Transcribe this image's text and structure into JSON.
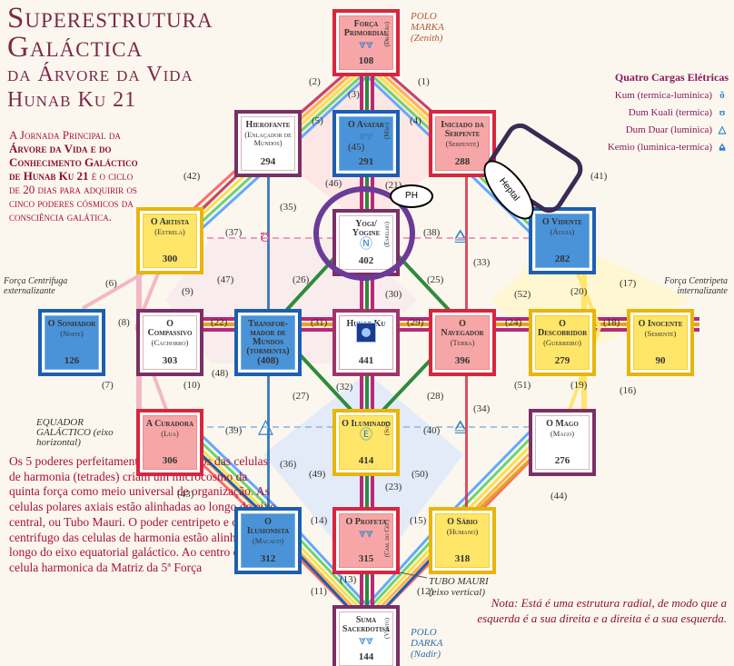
{
  "title": {
    "line1": "Superestrutura",
    "line2": "Galáctica",
    "line3": "da Árvore da Vida",
    "line4": "Hunab Ku 21"
  },
  "intro": {
    "p1": "A Jornada Principal da",
    "p2": "Árvore da Vida e do",
    "p3": "Conhecimento Galáctico",
    "p4": "de Hunab Ku 21",
    "p5": "é o ciclo de 20 dias para adquirir os cinco poderes cósmicos da consciência galática."
  },
  "bottom_text": "Os 5 poderes perfeitamente equili-brados das celulas de harmonia (tetrades) criam um microcosmo da quinta força como meio universal de organização. As celulas polares axiais estão alinhadas ao longo do eixo central, ou Tubo Mauri. O poder centripeto e o centrifugo das celulas de harmonia estão alinhados ao longo do eixo equatorial galáctico. Ao centro está a celula harmonica da Matriz da 5ª Força",
  "note": "Nota: Está é uma estrutura radial, de modo que a esquerda é a sua direita e a direita é a sua esquerda.",
  "legend": {
    "header": "Quatro Cargas Elétricas",
    "items": [
      {
        "label": "Kum (termica-luminica)",
        "glyph": "ô"
      },
      {
        "label": "Dum Kuali (termica)",
        "glyph": "ʊ"
      },
      {
        "label": "Dum Duar (luminica)",
        "glyph": "△"
      },
      {
        "label": "Kemio (luminica-termica)",
        "glyph": "⩠"
      }
    ]
  },
  "poles": {
    "top": "POLO MARKA (Zenith)",
    "bottom": "POLO DARKA (Nadir)"
  },
  "side_labels": {
    "left_force": "Força Centrifuga externalizante",
    "right_force": "Força Centripeta internalizante",
    "equator": "EQUADOR GALÁCTICO (eixo horizontal)",
    "tube": "TUBO MAURI (eixo vertical)"
  },
  "annotations": {
    "ph": "PH",
    "heptal": "Heptal"
  },
  "nodes": [
    {
      "id": "forca",
      "title": "Força Primordial",
      "sub": "",
      "num": "108",
      "side": "(Dragão)",
      "glyph": "⩔⩔",
      "color": "red"
    },
    {
      "id": "hierofante",
      "title": "Hierofante",
      "sub": "(Enlaçador de Mundos)",
      "num": "294",
      "side": "",
      "glyph": "",
      "color": "pale"
    },
    {
      "id": "avatar",
      "title": "O Avatar",
      "sub": "",
      "num": "291",
      "side": "(Mão)",
      "glyph": "⩔⩔",
      "color": "blue"
    },
    {
      "id": "iniciado",
      "title": "Iniciado da Serpente",
      "sub": "(Serpente)",
      "num": "288",
      "side": "",
      "glyph": "",
      "color": "red"
    },
    {
      "id": "artista",
      "title": "O Artista",
      "sub": "(Estrela)",
      "num": "300",
      "side": "",
      "glyph": "",
      "color": "yellow"
    },
    {
      "id": "yogi",
      "title": "Yogi/ Yogine",
      "sub": "",
      "num": "402",
      "side": "(Espelho)",
      "glyph": "Ⓝ",
      "color": "pale"
    },
    {
      "id": "vidente",
      "title": "O Vidente",
      "sub": "(Águia)",
      "num": "282",
      "side": "",
      "glyph": "",
      "color": "blue"
    },
    {
      "id": "sonhador",
      "title": "O Sonhador",
      "sub": "(Noite)",
      "num": "126",
      "side": "",
      "glyph": "",
      "color": "blue"
    },
    {
      "id": "compassivo",
      "title": "O Compassivo",
      "sub": "(Cachorro)",
      "num": "303",
      "side": "",
      "glyph": "",
      "color": "pale"
    },
    {
      "id": "transformador",
      "title": "Transfor-mador de Mundos (tormenta)",
      "sub": "",
      "num": "(408)",
      "side": "",
      "glyph": "",
      "color": "blue"
    },
    {
      "id": "hunab",
      "title": "Hunab Ku 21",
      "sub": "",
      "num": "441",
      "side": "",
      "glyph": "",
      "color": "white"
    },
    {
      "id": "navegador",
      "title": "O Navegador",
      "sub": "(Terra)",
      "num": "396",
      "side": "",
      "glyph": "",
      "color": "red"
    },
    {
      "id": "descobridor",
      "title": "O Descobridor",
      "sub": "(Guerreiro)",
      "num": "279",
      "side": "",
      "glyph": "",
      "color": "yellow"
    },
    {
      "id": "inocente",
      "title": "O Inocente",
      "sub": "(Semente)",
      "num": "90",
      "side": "",
      "glyph": "",
      "color": "yellow"
    },
    {
      "id": "curadora",
      "title": "A Curadora",
      "sub": "(Lua)",
      "num": "306",
      "side": "",
      "glyph": "",
      "color": "red"
    },
    {
      "id": "iluminado",
      "title": "O Iluminado",
      "sub": "",
      "num": "414",
      "side": "(Sol)",
      "glyph": "Ⓔ",
      "color": "yellow"
    },
    {
      "id": "mago",
      "title": "O Mago",
      "sub": "(Mago)",
      "num": "276",
      "side": "",
      "glyph": "",
      "color": "pale"
    },
    {
      "id": "ilusionista",
      "title": "O Ilusionista",
      "sub": "(Macaco)",
      "num": "312",
      "side": "",
      "glyph": "",
      "color": "blue"
    },
    {
      "id": "profeta",
      "title": "O Profeta",
      "sub": "",
      "num": "315",
      "side": "(Cam. do Céu)",
      "glyph": "⩔⩔",
      "color": "red"
    },
    {
      "id": "sabio",
      "title": "O Sábio",
      "sub": "(Humano)",
      "num": "318",
      "side": "",
      "glyph": "",
      "color": "yellow"
    },
    {
      "id": "suma",
      "title": "Suma Sacerdotisa",
      "sub": "",
      "num": "144",
      "side": "(Vento)",
      "glyph": "⩔⩔",
      "color": "pale"
    }
  ],
  "labels": [
    "(1)",
    "(2)",
    "(3)",
    "(4)",
    "(5)",
    "(6)",
    "(7)",
    "(8)",
    "(9)",
    "(10)",
    "(11)",
    "(12)",
    "(13)",
    "(14)",
    "(15)",
    "(16)",
    "(17)",
    "(18)",
    "(19)",
    "(20)",
    "(21)",
    "(22)",
    "(23)",
    "(24)",
    "(25)",
    "(26)",
    "(27)",
    "(28)",
    "(29)",
    "(30)",
    "(31)",
    "(32)",
    "(33)",
    "(34)",
    "(35)",
    "(36)",
    "(37)",
    "(38)",
    "(39)",
    "(40)",
    "(41)",
    "(42)",
    "(43)",
    "(44)",
    "(45)",
    "(46)",
    "(47)",
    "(48)",
    "(49)",
    "(50)",
    "(51)",
    "(52)"
  ]
}
